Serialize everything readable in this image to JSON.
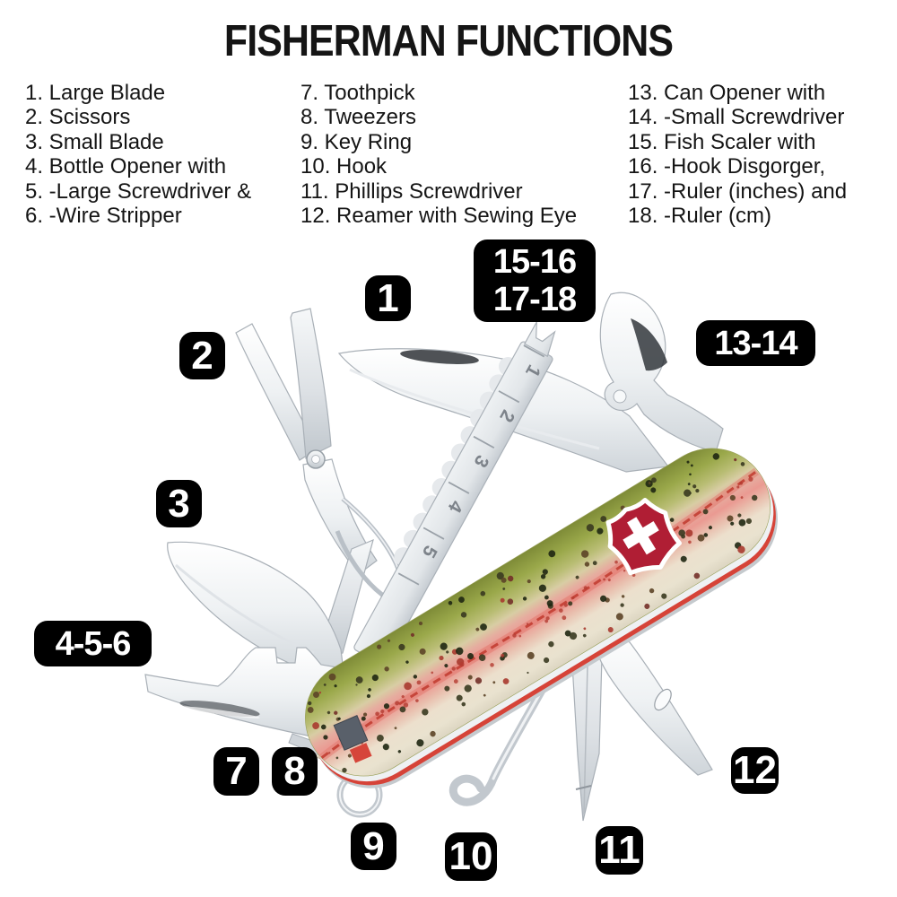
{
  "title": "FISHERMAN FUNCTIONS",
  "legend": {
    "columns": [
      {
        "items": [
          "1. Large Blade",
          "2. Scissors",
          "3. Small Blade",
          "4. Bottle Opener with",
          "5. -Large Screwdriver &",
          "6. -Wire Stripper"
        ]
      },
      {
        "items": [
          "7. Toothpick",
          "8. Tweezers",
          "9. Key Ring",
          "10. Hook",
          "11. Phillips Screwdriver",
          "12. Reamer with Sewing Eye"
        ]
      },
      {
        "items": [
          "13. Can Opener with",
          "14. -Small Screwdriver",
          "15. Fish Scaler with",
          "16. -Hook Disgorger,",
          "17. -Ruler (inches) and",
          "18. -Ruler (cm)"
        ]
      }
    ]
  },
  "callouts": {
    "c1": "1",
    "c2": "2",
    "c3": "3",
    "c456": "4-5-6",
    "c7": "7",
    "c8": "8",
    "c9": "9",
    "c10": "10",
    "c11": "11",
    "c12": "12",
    "c1314": "13-14",
    "c1518": "15-16\n17-18"
  },
  "knife": {
    "brand_emblem": "victorinox-cross-shield",
    "ruler_numbers": [
      "1",
      "2",
      "3",
      "4",
      "5"
    ],
    "colors": {
      "label_bg": "#000000",
      "label_text": "#ffffff",
      "shield_red": "#b01e34",
      "trout_green": "#93a03f",
      "trout_pink": "#ec9d94",
      "trout_cream": "#ece2d0",
      "liner_red": "#d64338",
      "metal": "#d9dde1"
    }
  }
}
